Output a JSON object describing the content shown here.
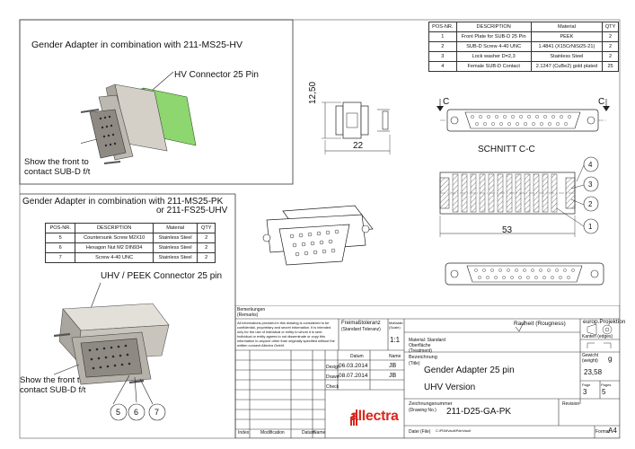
{
  "top_left_view": {
    "title": "Gender Adapter in combination with 211-MS25-HV",
    "callout_connector": "HV Connector 25 Pin",
    "callout_front_line1": "Show the front to",
    "callout_front_line2": "contact SUB-D f/t"
  },
  "bottom_left_view": {
    "title_line1": "Gender Adapter in combination with 211-MS25-PK",
    "title_line2": "or 211-FS25-UHV",
    "callout_connector": "UHV / PEEK Connector 25 pin",
    "callout_front_line1": "Show the front to",
    "callout_front_line2": "contact SUB-D f/t",
    "balloons": [
      "5",
      "6",
      "7"
    ]
  },
  "bom_main": {
    "headers": [
      "POS-NR.",
      "DESCRIPTION",
      "Material",
      "QTY"
    ],
    "rows": [
      [
        "1",
        "Front Plate for SUB-D 25 Pin",
        "PEEK",
        "2"
      ],
      [
        "2",
        "SUB-D Screw 4-40 UNC",
        "1.4841 (X15CrNiSi25-21)",
        "2"
      ],
      [
        "3",
        "Lock washer D=2,3",
        "Stainless Steel",
        "2"
      ],
      [
        "4",
        "Female SUB-D Contact",
        "2.1247 (CuBe2) gold plated",
        "25"
      ]
    ]
  },
  "bom_secondary": {
    "headers": [
      "POS-NR.",
      "DESCRIPTION",
      "Material",
      "QTY"
    ],
    "rows": [
      [
        "5",
        "Countersunk Screw M2X10",
        "Stainless Steel",
        "2"
      ],
      [
        "6",
        "Hexagon Nut M2 DIN934",
        "Stainless Steel",
        "2"
      ],
      [
        "7",
        "Screw 4-40 UNC",
        "Stainless Steel",
        "2"
      ]
    ]
  },
  "dimensions": {
    "height": "12,50",
    "width_side": "22",
    "width_section": "53",
    "section_marker": "C",
    "section_title": "SCHNITT C-C",
    "balloons": [
      "4",
      "3",
      "2",
      "1"
    ]
  },
  "title_block": {
    "remarks_label_1": "Bemerkungen",
    "remarks_label_2": "(Remarks)",
    "remarks_text": "All informations provided in this drawing is considered to be confidential, proprietary and secret information. It is intended only for the use of individual or entity to whom it is sent. Individual or entity agrees to not disseminate or copy this information to anyone other than originally specified without the written consent Allectra GmbH.",
    "tolerance_label_1": "Freimaßtoleranz",
    "tolerance_label_2": "(Standard Toleranz)",
    "scale_label_1": "Maßstab",
    "scale_label_2": "(Scale)",
    "scale_value": "1:1",
    "surface_label": "Rauheit (Rougness)",
    "projection_label": "europ.Projektion",
    "material_label_1": "Material: Standard",
    "material_label_2": "Oberfläche",
    "material_label_3": "(Treatment)",
    "edges_label": "Kanten (edges)",
    "weight_label_1": "Gewicht",
    "weight_label_2": "(weight)",
    "weight_unit": "g",
    "weight_value": "23,58",
    "date_header": "Datum",
    "name_header": "Name",
    "design_label": "Design",
    "design_date": "06.03.2014",
    "design_name": "JB",
    "drawn_label": "Drawn",
    "drawn_date": "08.07.2014",
    "drawn_name": "JB",
    "check_label": "Check",
    "designation_label_1": "Bezeichnung",
    "designation_label_2": "(Title)",
    "designation_line1": "Gender Adapter 25 pin",
    "designation_line2": "UHV Version",
    "page_label": "Page",
    "pages_label": "Pages",
    "page_value": "3",
    "pages_value": "5",
    "drawing_no_label_1": "Zeichnungsnummer",
    "drawing_no_label_2": "(Drawing No.)",
    "drawing_no": "211-D25-GA-PK",
    "revision_label": "Revision",
    "file_label": "Datei (File)",
    "file_value": "C:\\PDMVault\\PdmVault",
    "format_label": "Format",
    "format_value": "A4",
    "company": "allectra",
    "rev_headers": [
      "Index",
      "Modification",
      "Datum",
      "Name"
    ]
  },
  "colors": {
    "line": "#222222",
    "body_gray": "#c9c5bd",
    "body_dark": "#8e8a83",
    "hv_green": "#8ed66f",
    "company_red": "#d9261c"
  }
}
